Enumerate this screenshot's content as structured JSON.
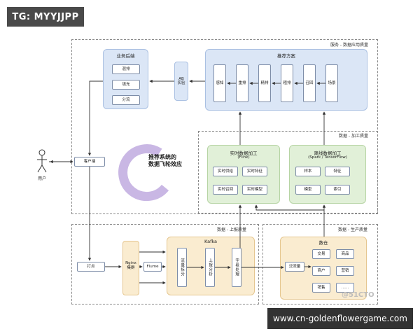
{
  "watermark_tag": "TG: MYYJJPP",
  "footer_url": "www.cn-goldenflowergame.com",
  "zones": {
    "service": "服务 - 数据应用质量",
    "process": "数据 - 加工质量",
    "upload": "数据 - 上报质量",
    "production": "数据 - 生产质量"
  },
  "business": {
    "title": "业务后端",
    "items": [
      "混排",
      "填充",
      "分流"
    ]
  },
  "ab": "AB\n实验",
  "recommend": {
    "title": "推荐方案",
    "stages": [
      "感知",
      "重排",
      "精排",
      "粗排",
      "召回",
      "场景"
    ]
  },
  "realtime": {
    "title": "实时数据加工",
    "subtitle": "(Flink)",
    "items": [
      "实时供给",
      "实时特征",
      "实时召回",
      "实时模型"
    ]
  },
  "offline": {
    "title": "离线数据加工",
    "subtitle": "(Spark / TensorFlow)",
    "items": [
      "样本",
      "特征",
      "模型",
      "索引"
    ]
  },
  "flywheel": "推荐系统的\n数据飞轮效应",
  "user_label": "用户",
  "client": "客户端",
  "tracking": "打点",
  "nginx": "Nginx\n集群",
  "flume": "Flume",
  "kafka": {
    "title": "Kafka",
    "stages": [
      "流量拆分",
      "上报分析",
      "字段处理"
    ]
  },
  "warehouse": {
    "title": "数仓",
    "source": "泛流量",
    "items": [
      "交易",
      "商品",
      "商户",
      "营销",
      "销售",
      "......"
    ]
  },
  "watermark": "@51CTO"
}
